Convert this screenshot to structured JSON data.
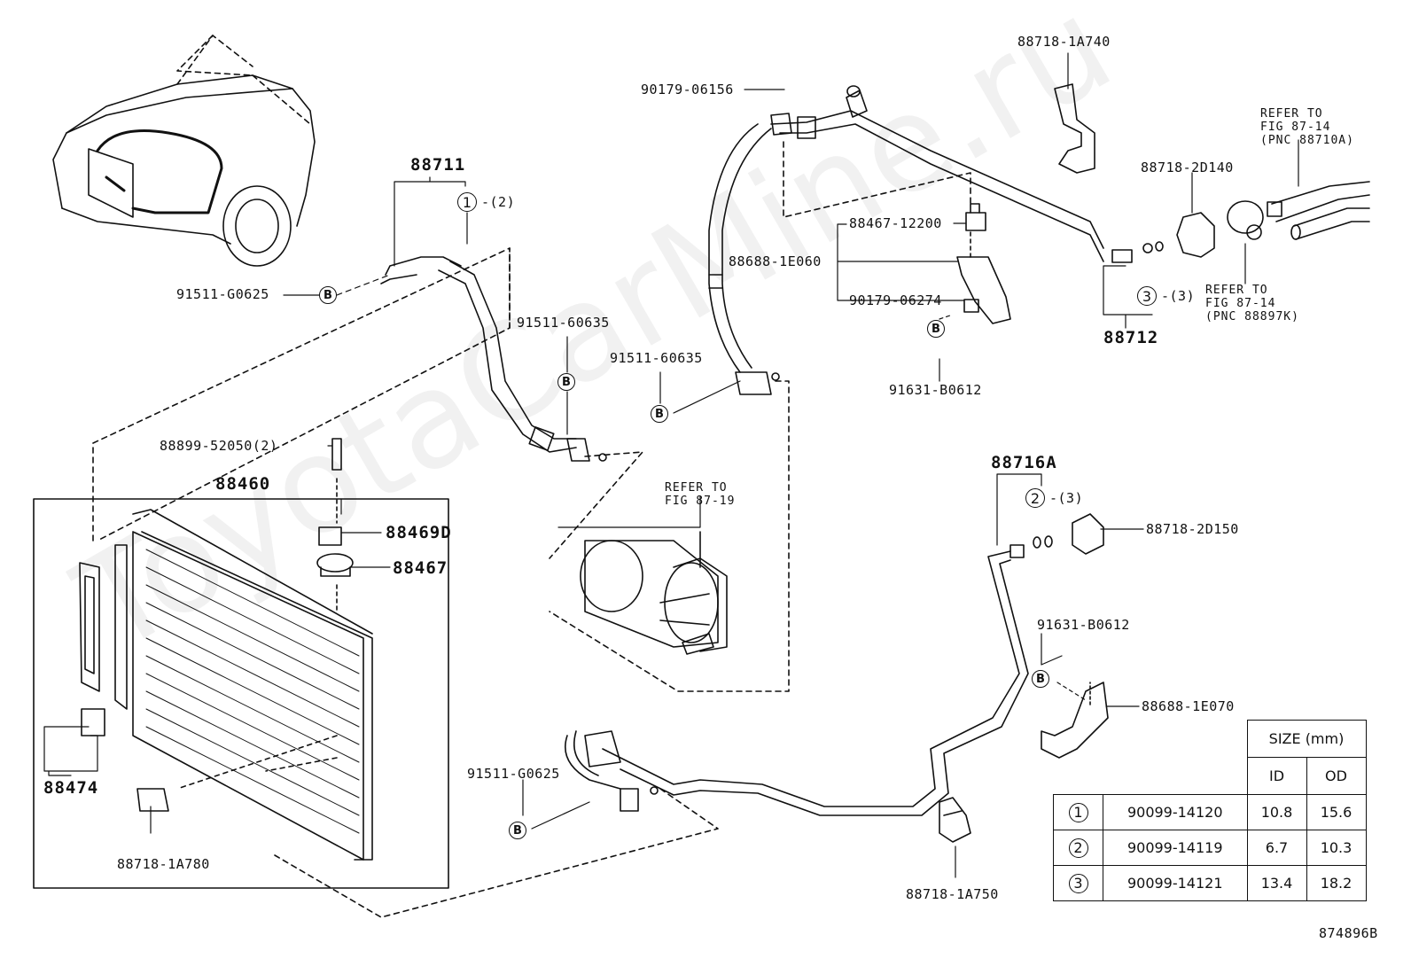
{
  "labels": {
    "p88711": "88711",
    "p88712": "88712",
    "p88460": "88460",
    "p88474": "88474",
    "p88467": "88467",
    "p88469D": "88469D",
    "p88716A": "88716A",
    "p88718_1A740": "88718-1A740",
    "p90179_06156": "90179-06156",
    "p88718_2D140": "88718-2D140",
    "p88467_12200": "88467-12200",
    "p88688_1E060": "88688-1E060",
    "p90179_06274": "90179-06274",
    "p91631_B0612_a": "91631-B0612",
    "p91631_B0612_b": "91631-B0612",
    "p91511_G0625_a": "91511-G0625",
    "p91511_G0625_b": "91511-G0625",
    "p91511_60635_a": "91511-60635",
    "p91511_60635_b": "91511-60635",
    "p88899_52050": "88899-52050(2)",
    "p88718_2D150": "88718-2D150",
    "p88688_1E070": "88688-1E070",
    "p88718_1A780": "88718-1A780",
    "p88718_1A750": "88718-1A750",
    "code": "874896B"
  },
  "refs": {
    "fig87_19": [
      "REFER TO",
      "FIG 87-19"
    ],
    "fig87_14a": [
      "REFER TO",
      "FIG 87-14",
      "(PNC 88710A)"
    ],
    "fig87_14b": [
      "REFER TO",
      "FIG 87-14",
      "(PNC 88897K)"
    ]
  },
  "callouts": {
    "one": "1",
    "two": "2",
    "three": "3",
    "qty_one": "-(2)",
    "qty_two": "-(3)",
    "qty_three": "-(3)",
    "b": "B"
  },
  "watermark": "ToyotaCarMine.ru",
  "size_table": {
    "title": "SIZE (mm)",
    "col_id": "ID",
    "col_od": "OD",
    "rows": [
      {
        "idx": "1",
        "part": "90099-14120",
        "id": "10.8",
        "od": "15.6"
      },
      {
        "idx": "2",
        "part": "90099-14119",
        "id": "6.7",
        "od": "10.3"
      },
      {
        "idx": "3",
        "part": "90099-14121",
        "id": "13.4",
        "od": "18.2"
      }
    ]
  }
}
